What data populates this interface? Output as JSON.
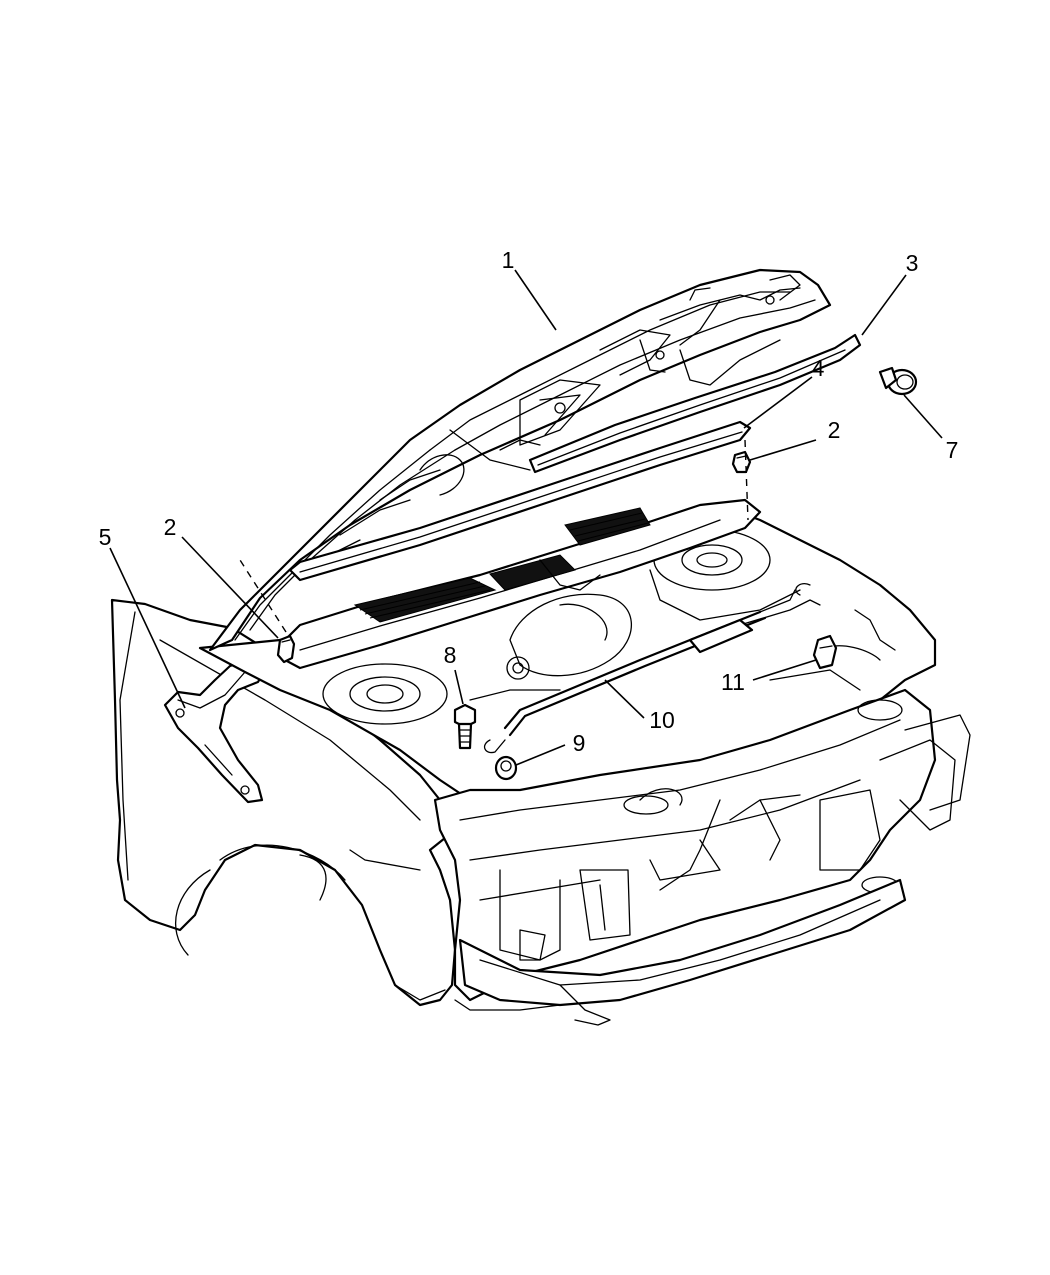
{
  "callouts": {
    "c1": "1",
    "c2a": "2",
    "c2b": "2",
    "c3": "3",
    "c4": "4",
    "c5": "5",
    "c7": "7",
    "c8": "8",
    "c9": "9",
    "c10": "10",
    "c11": "11"
  }
}
